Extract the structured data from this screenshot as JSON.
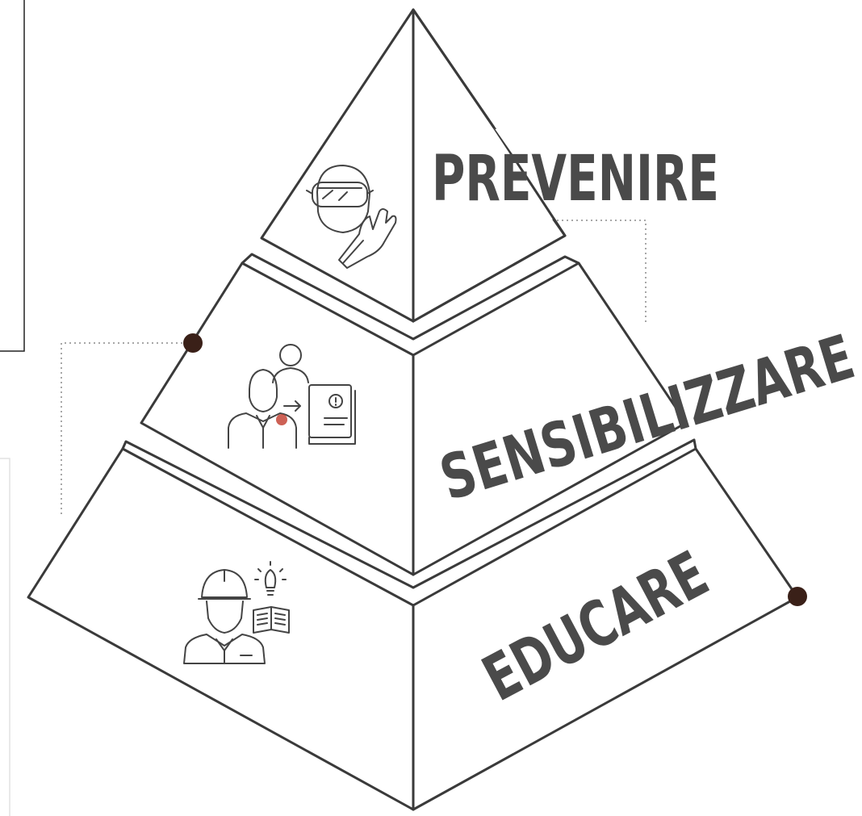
{
  "levels": [
    {
      "label": "PREVENIRE",
      "icon": "safety-goggles-glove-icon"
    },
    {
      "label": "SENSIBILIZZARE",
      "icon": "people-manual-alert-icon"
    },
    {
      "label": "EDUCARE",
      "icon": "worker-idea-book-icon"
    }
  ],
  "colors": {
    "text": "#4a4a4a",
    "outline": "#3a3a3a",
    "connector_dot": "#3a2018",
    "accent_dot": "#c0392b",
    "dotted_line": "#8a8a8a"
  }
}
